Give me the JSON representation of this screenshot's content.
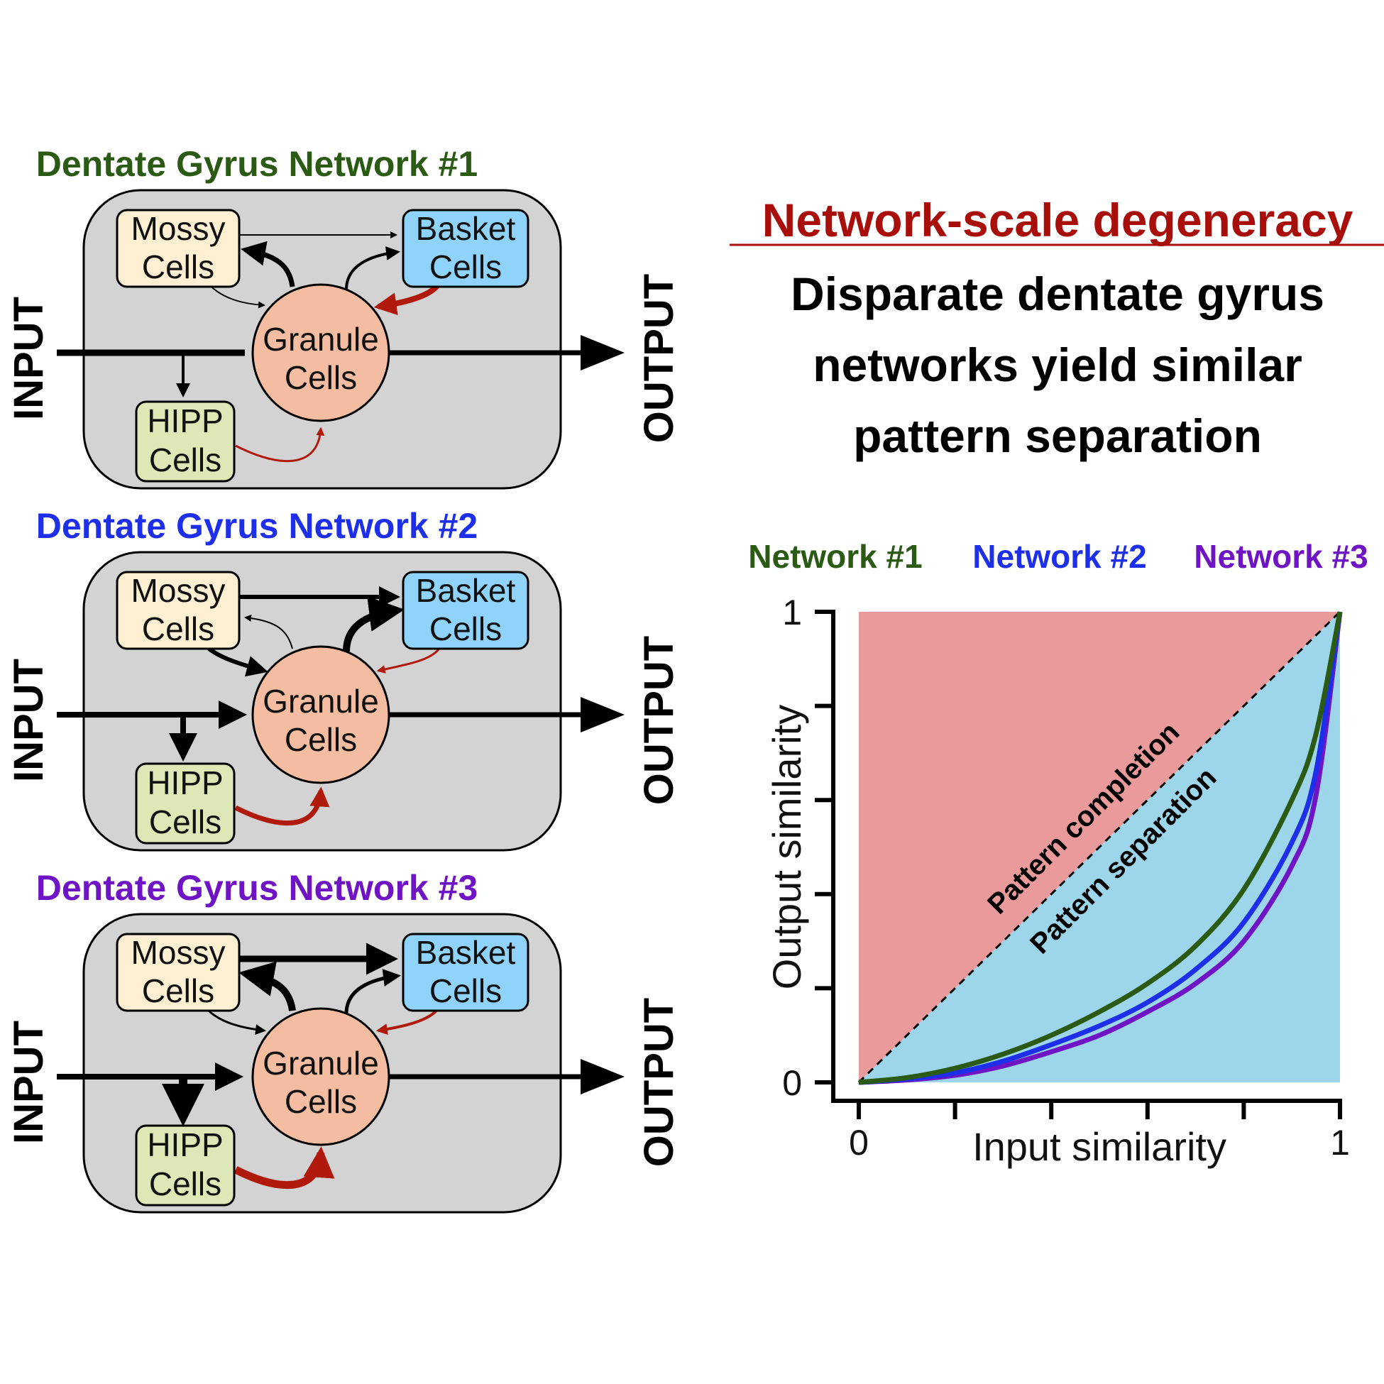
{
  "networks": [
    {
      "title": "Dentate Gyrus Network #1",
      "color": "#2a5a14",
      "mossy": [
        "Mossy",
        "Cells"
      ],
      "basket": [
        "Basket",
        "Cells"
      ],
      "granule": [
        "Granule",
        "Cells"
      ],
      "hipp": [
        "HIPP",
        "Cells"
      ],
      "input_label": "INPUT",
      "output_label": "OUTPUT"
    },
    {
      "title": "Dentate Gyrus Network #2",
      "color": "#1d2fe8",
      "mossy": [
        "Mossy",
        "Cells"
      ],
      "basket": [
        "Basket",
        "Cells"
      ],
      "granule": [
        "Granule",
        "Cells"
      ],
      "hipp": [
        "HIPP",
        "Cells"
      ],
      "input_label": "INPUT",
      "output_label": "OUTPUT"
    },
    {
      "title": "Dentate Gyrus Network #3",
      "color": "#6f14c4",
      "mossy": [
        "Mossy",
        "Cells"
      ],
      "basket": [
        "Basket",
        "Cells"
      ],
      "granule": [
        "Granule",
        "Cells"
      ],
      "hipp": [
        "HIPP",
        "Cells"
      ],
      "input_label": "INPUT",
      "output_label": "OUTPUT"
    }
  ],
  "headline": {
    "title": "Network-scale degeneracy",
    "title_color": "#a80f0a",
    "lines": [
      "Disparate dentate gyrus",
      "networks yield similar",
      "pattern separation"
    ]
  },
  "legend": [
    {
      "label": "Network #1",
      "color": "#2a5a14"
    },
    {
      "label": "Network #2",
      "color": "#1d2fe8"
    },
    {
      "label": "Network #3",
      "color": "#6f14c4"
    }
  ],
  "chart_data": {
    "type": "line",
    "xlabel": "Input similarity",
    "ylabel": "Output similarity",
    "xlim": [
      0,
      1
    ],
    "ylim": [
      0,
      1
    ],
    "xticks": [
      "0",
      "",
      "",
      "",
      "",
      "1"
    ],
    "yticks": [
      "0",
      "",
      "",
      "",
      "",
      "1"
    ],
    "regions": [
      {
        "label": "Pattern completion",
        "color": "#ea9a9a"
      },
      {
        "label": "Pattern separation",
        "color": "#9dd5ea"
      }
    ],
    "diagonal": {
      "x": [
        0,
        1
      ],
      "y": [
        0,
        1
      ],
      "style": "dashed"
    },
    "x": [
      0,
      0.1,
      0.2,
      0.3,
      0.4,
      0.5,
      0.6,
      0.7,
      0.8,
      0.9,
      0.95,
      1.0
    ],
    "series": [
      {
        "name": "Network #1",
        "color": "#2a5a14",
        "values": [
          0,
          0.01,
          0.03,
          0.06,
          0.1,
          0.15,
          0.21,
          0.29,
          0.41,
          0.6,
          0.74,
          1.0
        ]
      },
      {
        "name": "Network #2",
        "color": "#1d2fe8",
        "values": [
          0,
          0.007,
          0.02,
          0.045,
          0.08,
          0.12,
          0.17,
          0.24,
          0.34,
          0.51,
          0.66,
          1.0
        ]
      },
      {
        "name": "Network #3",
        "color": "#6f14c4",
        "values": [
          0,
          0.005,
          0.015,
          0.035,
          0.065,
          0.1,
          0.15,
          0.21,
          0.3,
          0.46,
          0.61,
          1.0
        ]
      }
    ]
  }
}
